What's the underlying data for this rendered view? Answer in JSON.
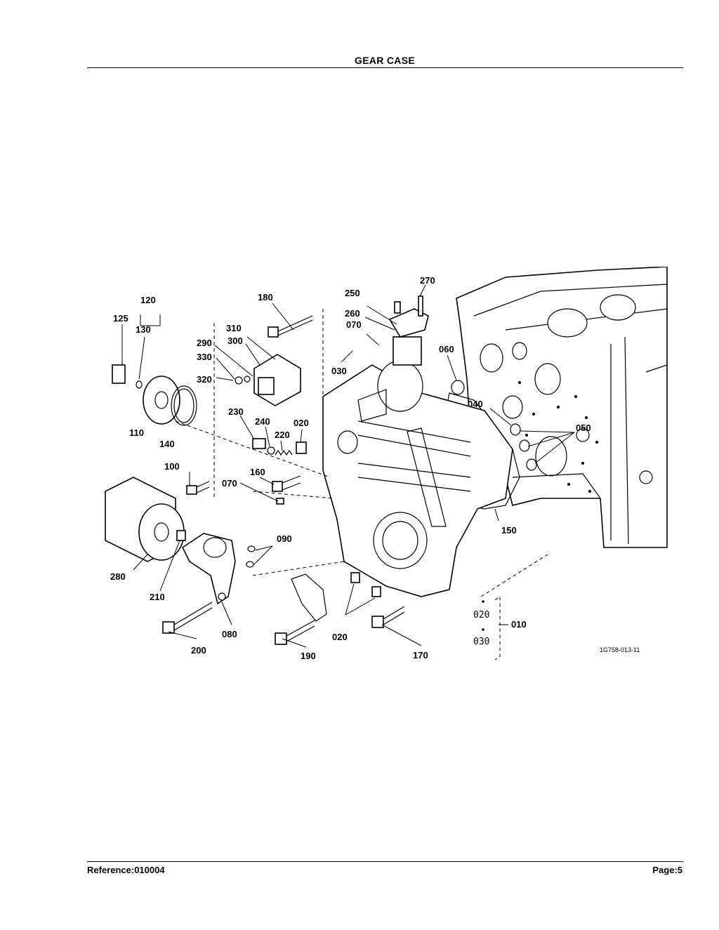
{
  "header": {
    "title": "GEAR CASE"
  },
  "footer": {
    "reference": "Reference:010004",
    "page": "Page:5"
  },
  "diagram": {
    "drawing_code": "1G758-013-11",
    "callouts": [
      "270",
      "250",
      "260",
      "070",
      "060",
      "120",
      "125",
      "130",
      "180",
      "310",
      "300",
      "290",
      "330",
      "320",
      "030",
      "040",
      "050",
      "230",
      "240",
      "020",
      "220",
      "110",
      "140",
      "100",
      "160",
      "070",
      "090",
      "150",
      "280",
      "210",
      "080",
      "200",
      "190",
      "020",
      "170",
      "010"
    ],
    "group_items": [
      "020",
      "030"
    ]
  }
}
